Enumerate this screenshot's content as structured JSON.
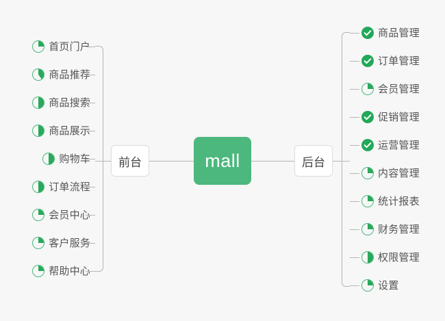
{
  "diagram": {
    "title": "mall",
    "background_color": "#f7f7f7",
    "accent_color": "#4cb87e",
    "done_color": "#22a85a",
    "line_color": "#b5b5b5",
    "text_color": "#555555"
  },
  "root": {
    "label": "mall"
  },
  "branches": [
    {
      "id": "front",
      "label": "前台",
      "side": "left",
      "items": [
        {
          "label": "首页门户",
          "status": "in-progress",
          "progress": 25
        },
        {
          "label": "商品推荐",
          "status": "in-progress",
          "progress": 40
        },
        {
          "label": "商品搜索",
          "status": "in-progress",
          "progress": 50
        },
        {
          "label": "商品展示",
          "status": "in-progress",
          "progress": 50
        },
        {
          "label": "购物车",
          "status": "in-progress",
          "progress": 50
        },
        {
          "label": "订单流程",
          "status": "in-progress",
          "progress": 50
        },
        {
          "label": "会员中心",
          "status": "in-progress",
          "progress": 25
        },
        {
          "label": "客户服务",
          "status": "in-progress",
          "progress": 25
        },
        {
          "label": "帮助中心",
          "status": "in-progress",
          "progress": 25
        }
      ]
    },
    {
      "id": "back",
      "label": "后台",
      "side": "right",
      "items": [
        {
          "label": "商品管理",
          "status": "done",
          "progress": 100
        },
        {
          "label": "订单管理",
          "status": "done",
          "progress": 100
        },
        {
          "label": "会员管理",
          "status": "in-progress",
          "progress": 25
        },
        {
          "label": "促销管理",
          "status": "done",
          "progress": 100
        },
        {
          "label": "运营管理",
          "status": "done",
          "progress": 100
        },
        {
          "label": "内容管理",
          "status": "in-progress",
          "progress": 25
        },
        {
          "label": "统计报表",
          "status": "in-progress",
          "progress": 25
        },
        {
          "label": "财务管理",
          "status": "in-progress",
          "progress": 25
        },
        {
          "label": "权限管理",
          "status": "in-progress",
          "progress": 50
        },
        {
          "label": "设置",
          "status": "in-progress",
          "progress": 25
        }
      ]
    }
  ],
  "icons": {
    "check": "check-icon",
    "pie": "progress-pie-icon"
  }
}
